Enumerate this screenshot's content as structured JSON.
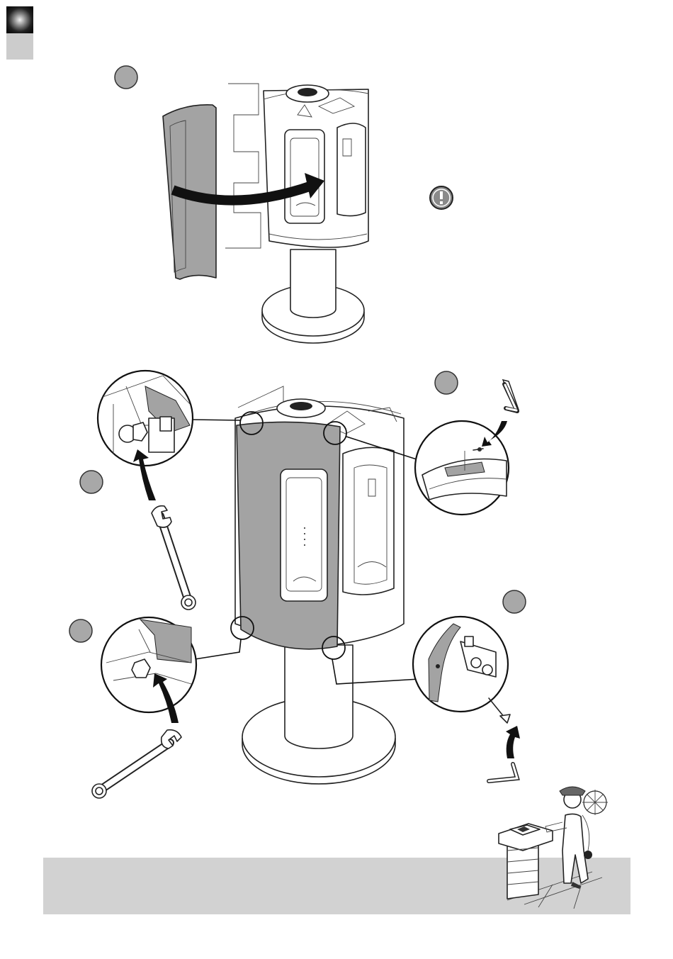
{
  "page": {
    "corner_tab": {
      "top_color": "#111111",
      "bottom_color": "#cccccc"
    },
    "footer_banner": {
      "color": "#d2d2d2",
      "text": ""
    }
  },
  "steps": [
    {
      "id": "step-1",
      "label": ""
    },
    {
      "id": "step-2",
      "label": ""
    },
    {
      "id": "step-3",
      "label": ""
    },
    {
      "id": "step-4",
      "label": ""
    },
    {
      "id": "step-5",
      "label": ""
    }
  ],
  "icons": {
    "warning": "exclamation-icon",
    "wrench": "wrench-icon",
    "hex_key": "hex-key-icon",
    "chimney_sweep": "chimney-sweep-illustration"
  },
  "colors": {
    "panel_gray": "#a3a3a3",
    "step_dot": "#a8a8a8",
    "banner": "#d2d2d2"
  }
}
